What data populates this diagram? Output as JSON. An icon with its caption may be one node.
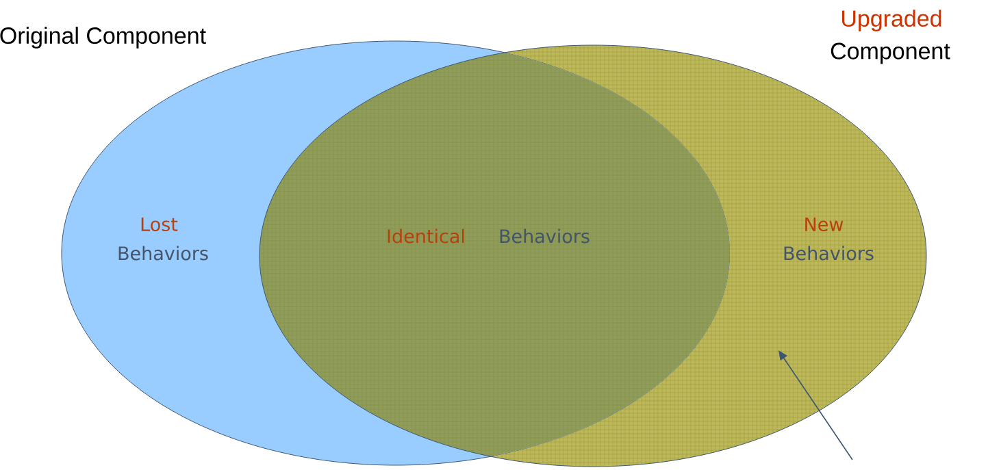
{
  "diagram": {
    "nodes": [
      {
        "text": [
          "Original Component",
          "Lost",
          "Behaviors"
        ]
      },
      {
        "text": [
          "Upgraded",
          "Component",
          "New",
          "Behaviors"
        ]
      }
    ],
    "edges": [
      {
        "from": null,
        "to": 1,
        "arrow": "to"
      }
    ],
    "labels": [
      "Identical",
      "Behaviors"
    ]
  }
}
